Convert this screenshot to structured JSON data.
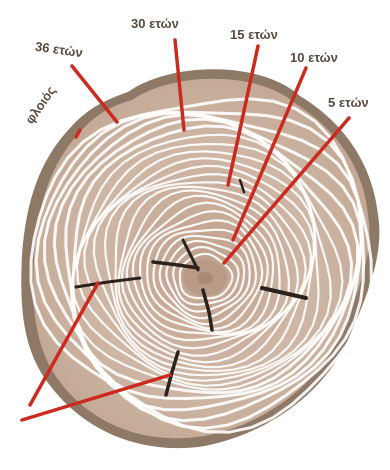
{
  "labels": {
    "bark": "φλοιός",
    "r36": "36 ετών",
    "r30": "30 ετών",
    "r15": "15 ετών",
    "r10": "10 ετών",
    "r5": "5 ετών"
  },
  "colors": {
    "bark": "#8e7866",
    "wood": "#cdb5a3",
    "ring_gap": "#ffffff",
    "heart": "#b89a86",
    "pointer": "#cc2a1f",
    "crack": "#2b221e",
    "label_text": "#5a4a3e"
  }
}
